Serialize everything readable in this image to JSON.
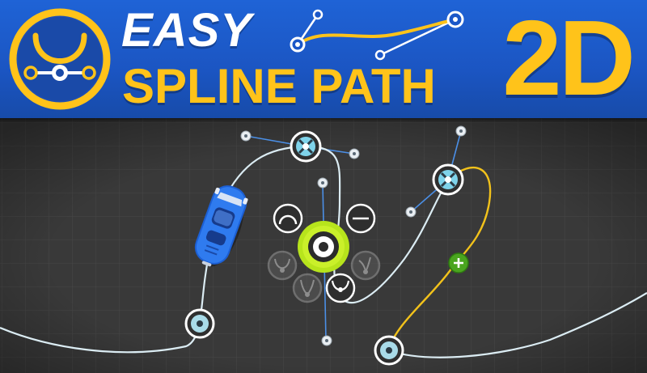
{
  "banner": {
    "title_line1": "EASY",
    "title_line2": "SPLINE PATH",
    "title_badge": "2D",
    "logo_icon": "spline-curve-logo-icon",
    "accent_color": "#ffc31a",
    "header_color": "#1b57c8"
  },
  "scene": {
    "background_color": "#3a3a3a",
    "grid_color": "#474747",
    "path_color": "#dfeef5",
    "selected_path_color": "#f2c21b",
    "vehicle_icon": "blue-sports-car-icon",
    "tool_buttons": [
      {
        "name": "arc-tool-icon"
      },
      {
        "name": "line-tool-icon"
      },
      {
        "name": "center-pivot-button"
      },
      {
        "name": "smooth-left-tool-icon"
      },
      {
        "name": "smooth-right-tool-icon"
      },
      {
        "name": "cusp-left-tool-icon"
      },
      {
        "name": "cusp-active-tool-icon"
      }
    ],
    "add_point_icon": "add-point-icon"
  }
}
